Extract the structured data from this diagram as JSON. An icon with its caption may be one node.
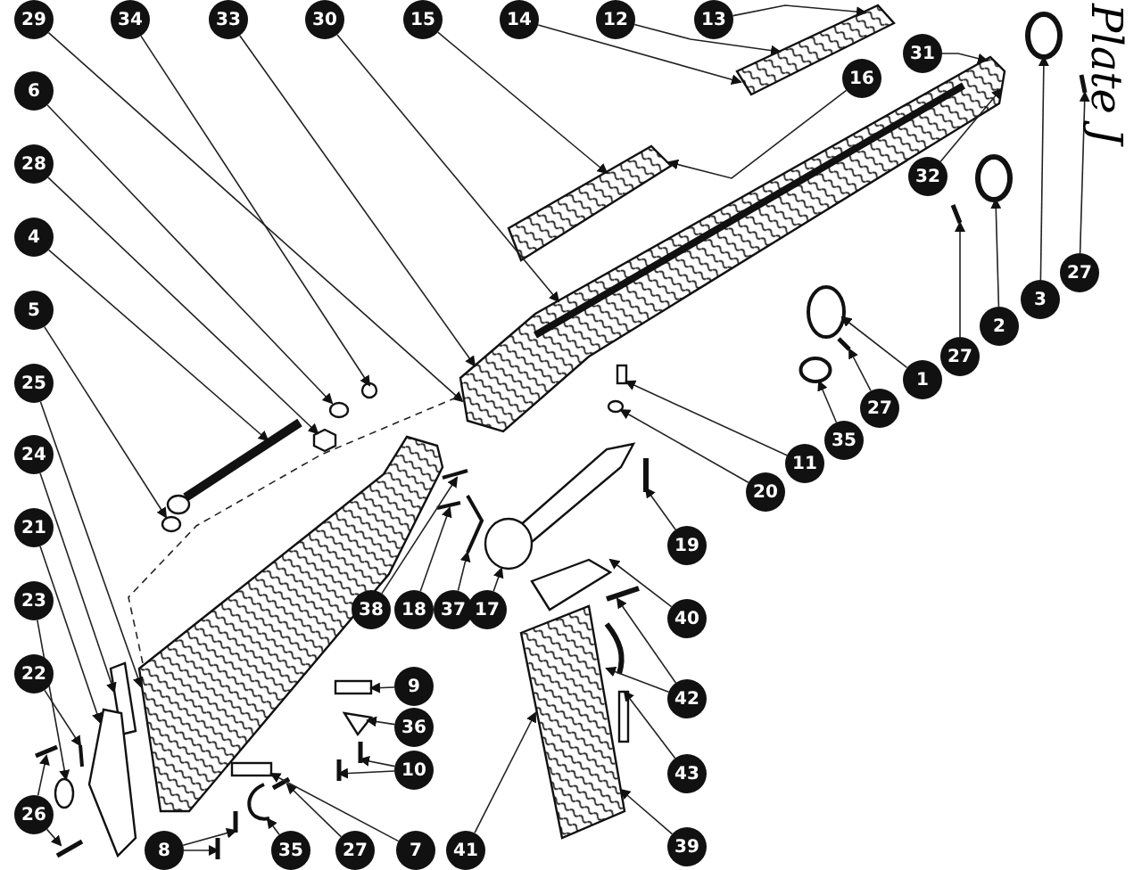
{
  "diagram": {
    "title": "Plate J",
    "nodes": [
      {
        "text": [
          "29"
        ]
      },
      {
        "text": [
          "34"
        ]
      },
      {
        "text": [
          "33"
        ]
      },
      {
        "text": [
          "30"
        ]
      },
      {
        "text": [
          "15"
        ]
      },
      {
        "text": [
          "14"
        ]
      },
      {
        "text": [
          "12"
        ]
      },
      {
        "text": [
          "13"
        ]
      },
      {
        "text": [
          "31"
        ]
      },
      {
        "text": [
          "16"
        ]
      },
      {
        "text": [
          "32"
        ]
      },
      {
        "text": [
          "3"
        ]
      },
      {
        "text": [
          "27"
        ]
      },
      {
        "text": [
          "2"
        ]
      },
      {
        "text": [
          "27"
        ]
      },
      {
        "text": [
          "1"
        ]
      },
      {
        "text": [
          "27"
        ]
      },
      {
        "text": [
          "35"
        ]
      },
      {
        "text": [
          "6"
        ]
      },
      {
        "text": [
          "28"
        ]
      },
      {
        "text": [
          "4"
        ]
      },
      {
        "text": [
          "5"
        ]
      },
      {
        "text": [
          "25"
        ]
      },
      {
        "text": [
          "24"
        ]
      },
      {
        "text": [
          "21"
        ]
      },
      {
        "text": [
          "23"
        ]
      },
      {
        "text": [
          "22"
        ]
      },
      {
        "text": [
          "26"
        ]
      },
      {
        "text": [
          "8"
        ]
      },
      {
        "text": [
          "35"
        ]
      },
      {
        "text": [
          "27"
        ]
      },
      {
        "text": [
          "7"
        ]
      },
      {
        "text": [
          "41"
        ]
      },
      {
        "text": [
          "39"
        ]
      },
      {
        "text": [
          "43"
        ]
      },
      {
        "text": [
          "42"
        ]
      },
      {
        "text": [
          "40"
        ]
      },
      {
        "text": [
          "19"
        ]
      },
      {
        "text": [
          "20"
        ]
      },
      {
        "text": [
          "11"
        ]
      },
      {
        "text": [
          "38"
        ]
      },
      {
        "text": [
          "18"
        ]
      },
      {
        "text": [
          "37"
        ]
      },
      {
        "text": [
          "17"
        ]
      },
      {
        "text": [
          "9"
        ]
      },
      {
        "text": [
          "36"
        ]
      },
      {
        "text": [
          "10"
        ]
      },
      {
        "text": [],
        "shape": "picture"
      },
      {
        "text": [],
        "shape": "picture"
      },
      {
        "text": [],
        "shape": "picture"
      },
      {
        "text": [],
        "shape": "circle"
      },
      {
        "text": [],
        "shape": "circle"
      },
      {
        "text": [],
        "shape": "circle"
      },
      {
        "text": [],
        "shape": "picture"
      },
      {
        "text": [],
        "shape": "picture"
      },
      {
        "text": [],
        "shape": "picture"
      },
      {
        "text": [],
        "shape": "circle"
      },
      {
        "text": [],
        "shape": "circle"
      },
      {
        "text": [],
        "shape": "circle"
      },
      {
        "text": [],
        "shape": "hexagon"
      },
      {
        "text": [],
        "shape": "picture"
      },
      {
        "text": [],
        "shape": "circle"
      },
      {
        "text": [],
        "shape": "picture"
      },
      {
        "text": [],
        "shape": "picture"
      },
      {
        "text": [],
        "shape": "picture"
      },
      {
        "text": [],
        "shape": "circle"
      },
      {
        "text": [],
        "shape": "picture"
      },
      {
        "text": [],
        "shape": "picture"
      },
      {
        "text": [],
        "shape": "picture"
      },
      {
        "text": [],
        "shape": "picture"
      },
      {
        "text": [],
        "shape": "picture"
      },
      {
        "text": [],
        "shape": "picture"
      },
      {
        "text": [],
        "shape": "picture"
      },
      {
        "text": [],
        "shape": "box"
      },
      {
        "text": [],
        "shape": "picture"
      },
      {
        "text": [],
        "shape": "box"
      },
      {
        "text": [],
        "shape": "picture"
      },
      {
        "text": [],
        "shape": "picture"
      },
      {
        "text": [],
        "shape": "picture"
      },
      {
        "text": [],
        "shape": "picture"
      },
      {
        "text": [],
        "shape": "circle"
      },
      {
        "text": [],
        "shape": "box"
      },
      {
        "text": [],
        "shape": "picture"
      },
      {
        "text": [],
        "shape": "picture"
      },
      {
        "text": [],
        "shape": "picture"
      },
      {
        "text": [],
        "shape": "picture"
      },
      {
        "text": [],
        "shape": "box"
      },
      {
        "text": [],
        "shape": "triangle"
      },
      {
        "text": [],
        "shape": "picture"
      },
      {
        "text": [],
        "shape": "picture"
      }
    ],
    "edges": [
      {
        "from": 0,
        "to": 47,
        "arrow": "to"
      },
      {
        "from": 1,
        "to": 57,
        "arrow": "to"
      },
      {
        "from": 2,
        "to": 47,
        "arrow": "to"
      },
      {
        "from": 3,
        "to": 47,
        "arrow": "to"
      },
      {
        "from": 4,
        "to": 48,
        "arrow": "to"
      },
      {
        "from": 5,
        "to": 49,
        "arrow": "to"
      },
      {
        "from": 6,
        "to": 49,
        "arrow": "to"
      },
      {
        "from": 7,
        "to": 49,
        "arrow": "to"
      },
      {
        "from": 8,
        "to": 47,
        "arrow": "to"
      },
      {
        "from": 9,
        "to": 48,
        "arrow": "to"
      },
      {
        "from": 10,
        "to": 47,
        "arrow": "to"
      },
      {
        "from": 11,
        "to": 50,
        "arrow": "to"
      },
      {
        "from": 12,
        "to": 53,
        "arrow": "to"
      },
      {
        "from": 13,
        "to": 51,
        "arrow": "to"
      },
      {
        "from": 14,
        "to": 54,
        "arrow": "to"
      },
      {
        "from": 15,
        "to": 52,
        "arrow": "to"
      },
      {
        "from": 16,
        "to": 55,
        "arrow": "to"
      },
      {
        "from": 17,
        "to": 56,
        "arrow": "to"
      },
      {
        "from": 18,
        "to": 58,
        "arrow": "to"
      },
      {
        "from": 19,
        "to": 59,
        "arrow": "to"
      },
      {
        "from": 20,
        "to": 60,
        "arrow": "to"
      },
      {
        "from": 21,
        "to": 61,
        "arrow": "to"
      },
      {
        "from": 22,
        "to": 62,
        "arrow": "to"
      },
      {
        "from": 23,
        "to": 63,
        "arrow": "to"
      },
      {
        "from": 24,
        "to": 64,
        "arrow": "to"
      },
      {
        "from": 25,
        "to": 65,
        "arrow": "to"
      },
      {
        "from": 26,
        "to": 66,
        "arrow": "to"
      },
      {
        "from": 27,
        "to": 67,
        "arrow": "to"
      },
      {
        "from": 27,
        "to": 68,
        "arrow": "to"
      },
      {
        "from": 28,
        "to": 69,
        "arrow": "to"
      },
      {
        "from": 28,
        "to": 70,
        "arrow": "to"
      },
      {
        "from": 29,
        "to": 71,
        "arrow": "to"
      },
      {
        "from": 30,
        "to": 72,
        "arrow": "to"
      },
      {
        "from": 31,
        "to": 73,
        "arrow": "to"
      },
      {
        "from": 32,
        "to": 74,
        "arrow": "to"
      },
      {
        "from": 33,
        "to": 74,
        "arrow": "to"
      },
      {
        "from": 34,
        "to": 75,
        "arrow": "to"
      },
      {
        "from": 35,
        "to": 76,
        "arrow": "to"
      },
      {
        "from": 35,
        "to": 77,
        "arrow": "to"
      },
      {
        "from": 36,
        "to": 78,
        "arrow": "to"
      },
      {
        "from": 37,
        "to": 79,
        "arrow": "to"
      },
      {
        "from": 38,
        "to": 80,
        "arrow": "to"
      },
      {
        "from": 39,
        "to": 81,
        "arrow": "to"
      },
      {
        "from": 40,
        "to": 82,
        "arrow": "to"
      },
      {
        "from": 41,
        "to": 83,
        "arrow": "to"
      },
      {
        "from": 42,
        "to": 84,
        "arrow": "to"
      },
      {
        "from": 43,
        "to": 85,
        "arrow": "to"
      },
      {
        "from": 44,
        "to": 86,
        "arrow": "to"
      },
      {
        "from": 45,
        "to": 87,
        "arrow": "to"
      },
      {
        "from": 46,
        "to": 88,
        "arrow": "to"
      },
      {
        "from": 46,
        "to": 89,
        "arrow": "to"
      },
      {
        "from": 62,
        "to": 47,
        "arrow": "none",
        "style": "dashed"
      }
    ]
  }
}
